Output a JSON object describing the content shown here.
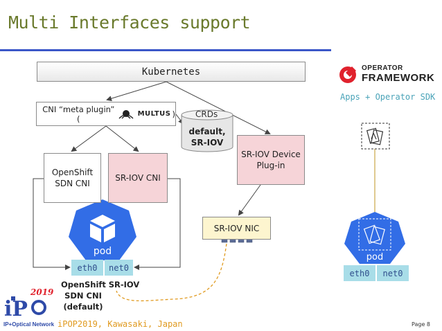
{
  "title": "Multi Interfaces support",
  "kubernetes": "Kubernetes",
  "cni_meta": {
    "prefix": "CNI “meta plugin” (",
    "multus": "MULTUS",
    "suffix": ")"
  },
  "crds": {
    "label": "CRDs",
    "line1": "default,",
    "line2": "SR-IOV"
  },
  "openshift_cni": {
    "line1": "OpenShift",
    "line2": "SDN CNI"
  },
  "sriov_cni": "SR-IOV CNI",
  "sriov_plugin": {
    "line1": "SR-IOV Device",
    "line2": "Plug-in"
  },
  "sriov_nic": "SR-IOV NIC",
  "pod_left": {
    "label": "pod",
    "eth0": "eth0",
    "net0": "net0",
    "cap_openshift": [
      "OpenShift",
      "SDN CNI",
      "(default)"
    ],
    "cap_sriov": "SR-IOV"
  },
  "pod_right": {
    "label": "pod",
    "eth0": "eth0",
    "net0": "net0"
  },
  "operator_framework": {
    "small": "OPERATOR",
    "big": "FRAMEWORK",
    "subtitle": "Apps + Operator SDK"
  },
  "logo": {
    "year": "2019",
    "tagline": "IP+Optical Network"
  },
  "footer": "iPOP2019, Kawasaki, Japan",
  "page": "Page 8",
  "colors": {
    "title": "#6a7a2c",
    "rule": "#3a56c8",
    "pink": "#f6d4d8",
    "nic_yellow": "#fdf5cf",
    "iface": "#a8dde8",
    "pod_blue": "#326de6",
    "footer": "#e09a1f"
  }
}
